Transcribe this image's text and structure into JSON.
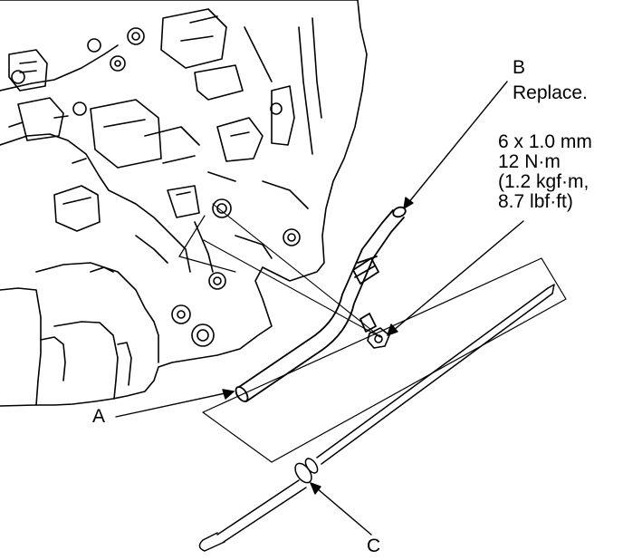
{
  "callouts": {
    "a": "A",
    "b": "B",
    "b_note": "Replace.",
    "c": "C"
  },
  "bolt_spec": {
    "size": "6 x 1.0 mm",
    "torque_nm": "12 N·m",
    "torque_kgf": "(1.2 kgf·m,",
    "torque_lbf": "8.7 lbf·ft)"
  },
  "colors": {
    "line": "#000000",
    "background": "#ffffff"
  }
}
